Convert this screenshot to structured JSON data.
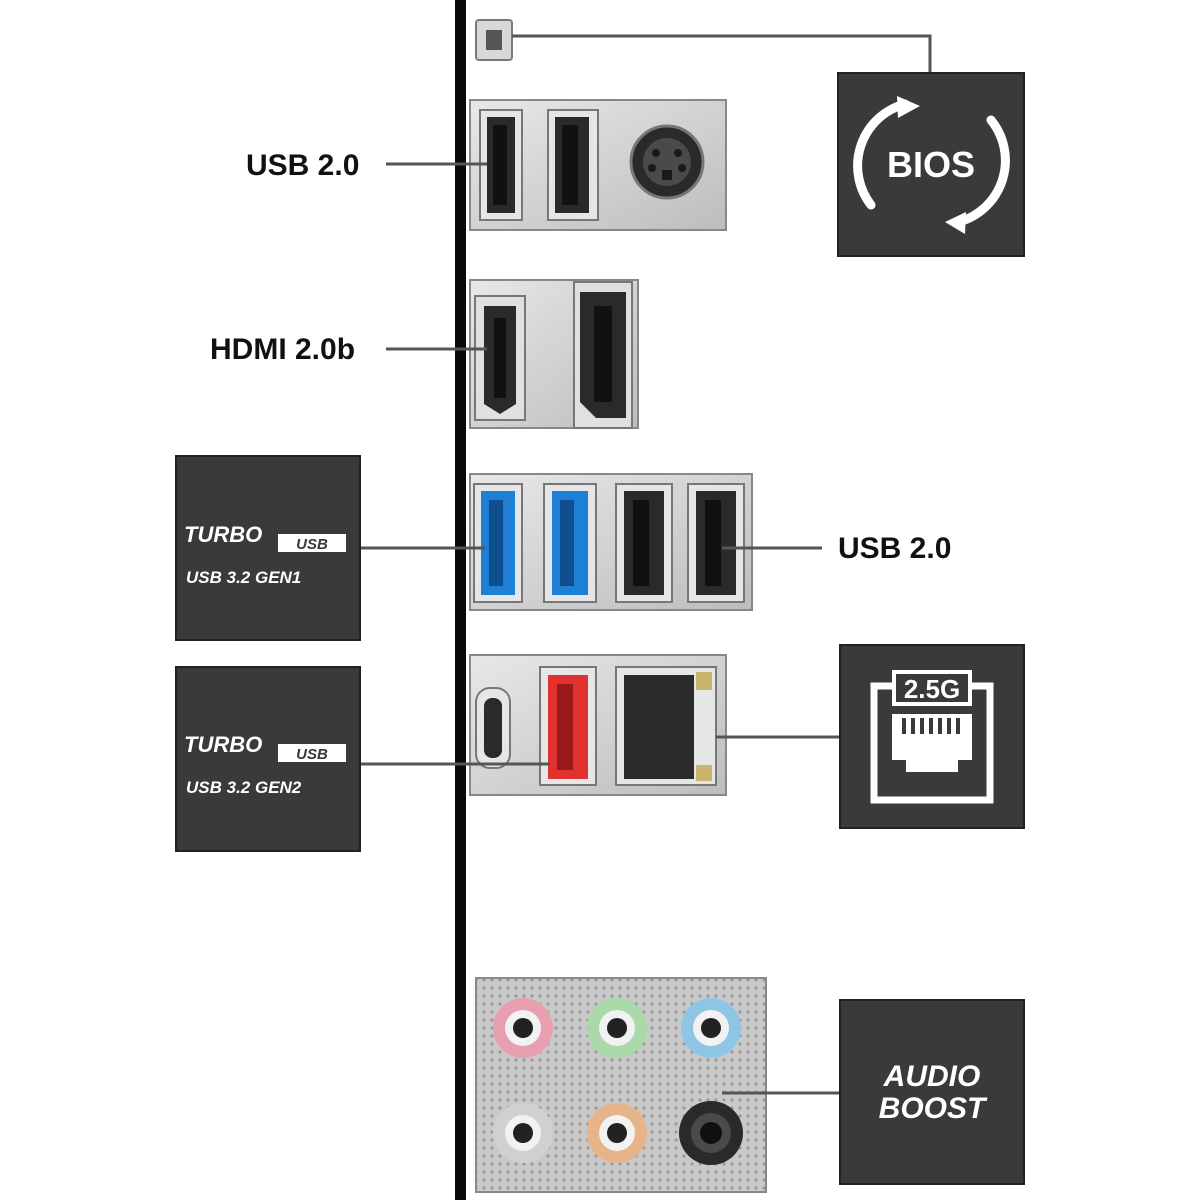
{
  "labels": {
    "usb2_top": "USB 2.0",
    "hdmi": "HDMI 2.0b",
    "usb2_right": "USB 2.0"
  },
  "badges": {
    "bios": "BIOS",
    "turbo_gen1": {
      "brand": "TURBO",
      "usb": "USB",
      "spec": "USB 3.2 GEN1"
    },
    "turbo_gen2": {
      "brand": "TURBO",
      "usb": "USB",
      "spec": "USB 3.2 GEN2"
    },
    "lan": "2.5G",
    "audio": {
      "line1": "AUDIO",
      "line2": "BOOST"
    }
  },
  "colors": {
    "badge_bg": "#3a3a3a",
    "usb3_blue": "#1f7fd6",
    "usb32_red": "#e03030",
    "audio_pink": "#e7a0b0",
    "audio_green": "#a9d8a9",
    "audio_blue": "#8fc6e6",
    "audio_gray": "#d0d0d0",
    "audio_orange": "#e7b48a",
    "audio_black": "#2a2a2a"
  },
  "icons": [
    "bios-refresh-icon",
    "ethernet-port-icon",
    "usb-port-icon",
    "hdmi-port-icon",
    "displayport-icon",
    "ps2-port-icon",
    "usb-c-port-icon",
    "audio-jack-icon"
  ]
}
